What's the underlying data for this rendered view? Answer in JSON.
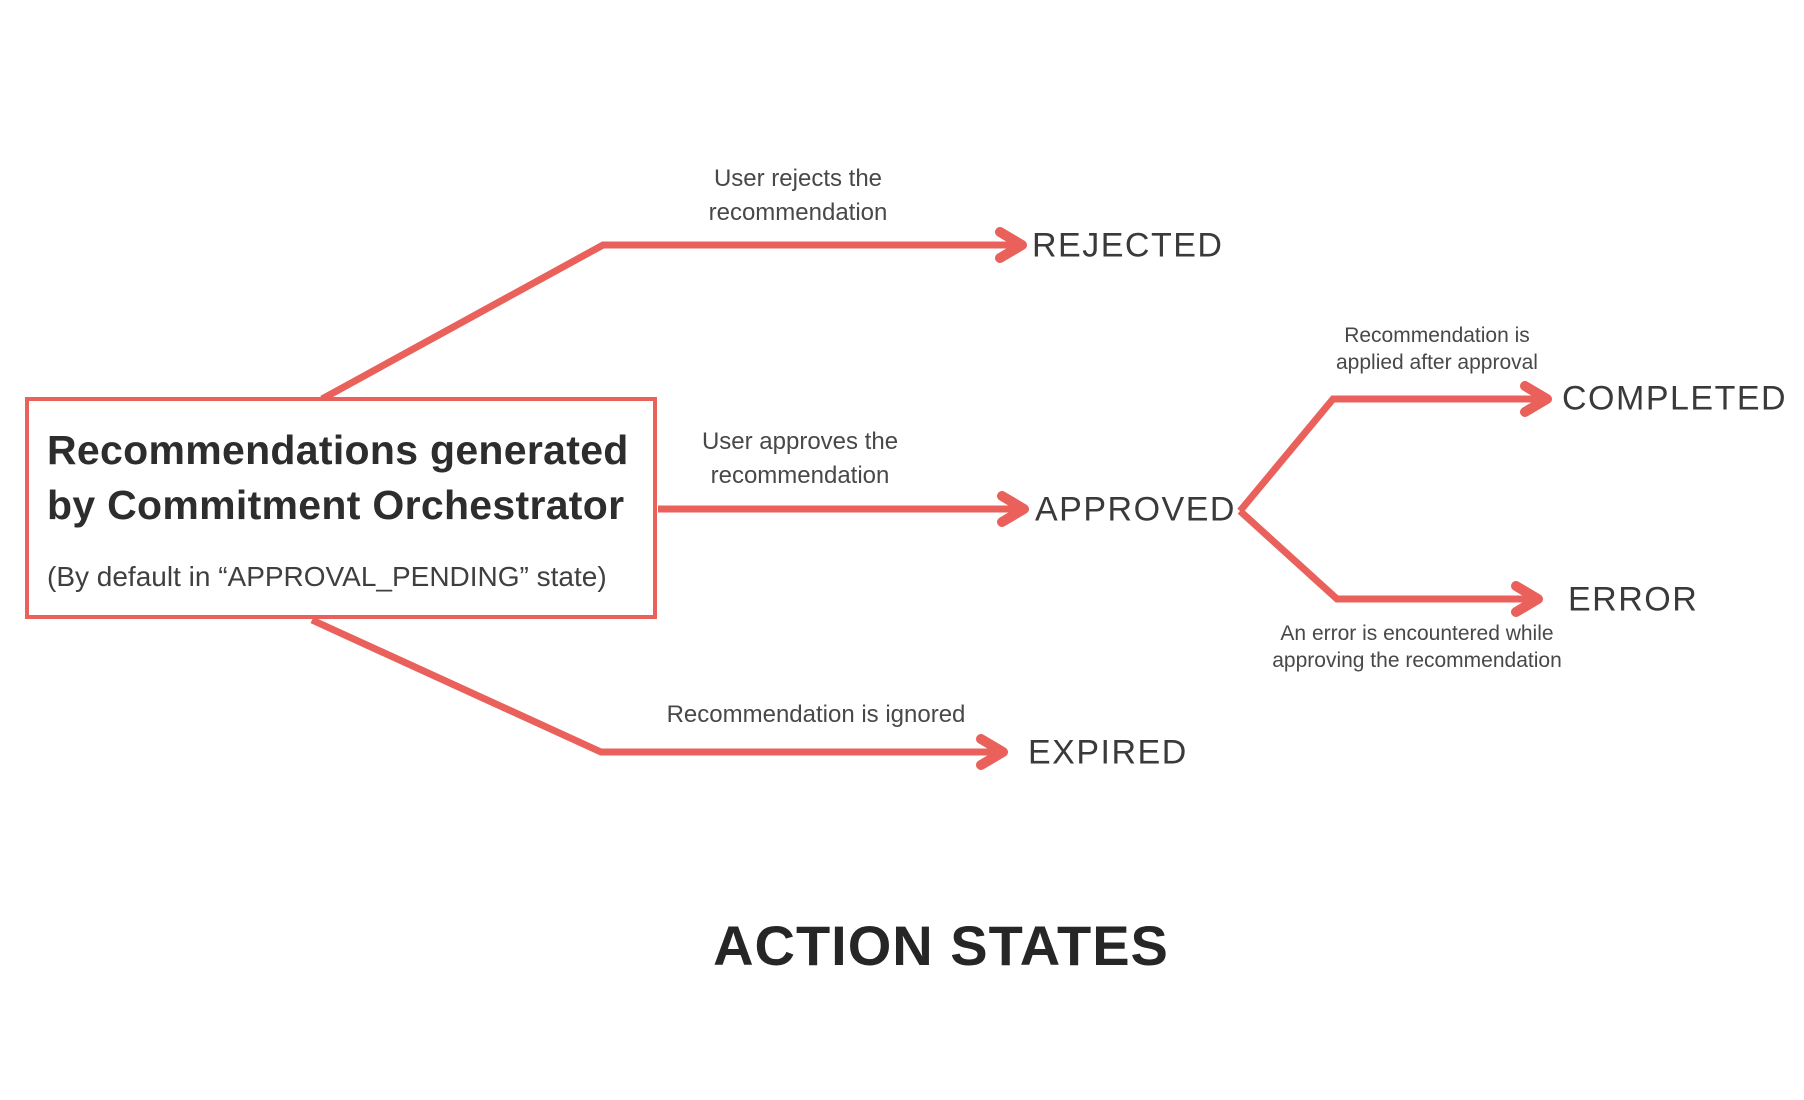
{
  "page": {
    "background_color": "#ffffff",
    "accent_color": "#ea615c",
    "title": "ACTION STATES"
  },
  "source_box": {
    "title_line1": "Recommendations generated",
    "title_line2": "by Commitment Orchestrator",
    "subtitle": "(By default in “APPROVAL_PENDING” state)"
  },
  "branches": {
    "rejected": {
      "state": "REJECTED",
      "label_line1": "User rejects the",
      "label_line2": "recommendation"
    },
    "approved": {
      "state": "APPROVED",
      "label_line1": "User approves the",
      "label_line2": "recommendation"
    },
    "expired": {
      "state": "EXPIRED",
      "label_line1": "Recommendation is ignored"
    },
    "completed": {
      "state": "COMPLETED",
      "label_line1": "Recommendation is",
      "label_line2": "applied after approval"
    },
    "error": {
      "state": "ERROR",
      "label_line1": "An error is encountered while",
      "label_line2": "approving the recommendation"
    }
  }
}
